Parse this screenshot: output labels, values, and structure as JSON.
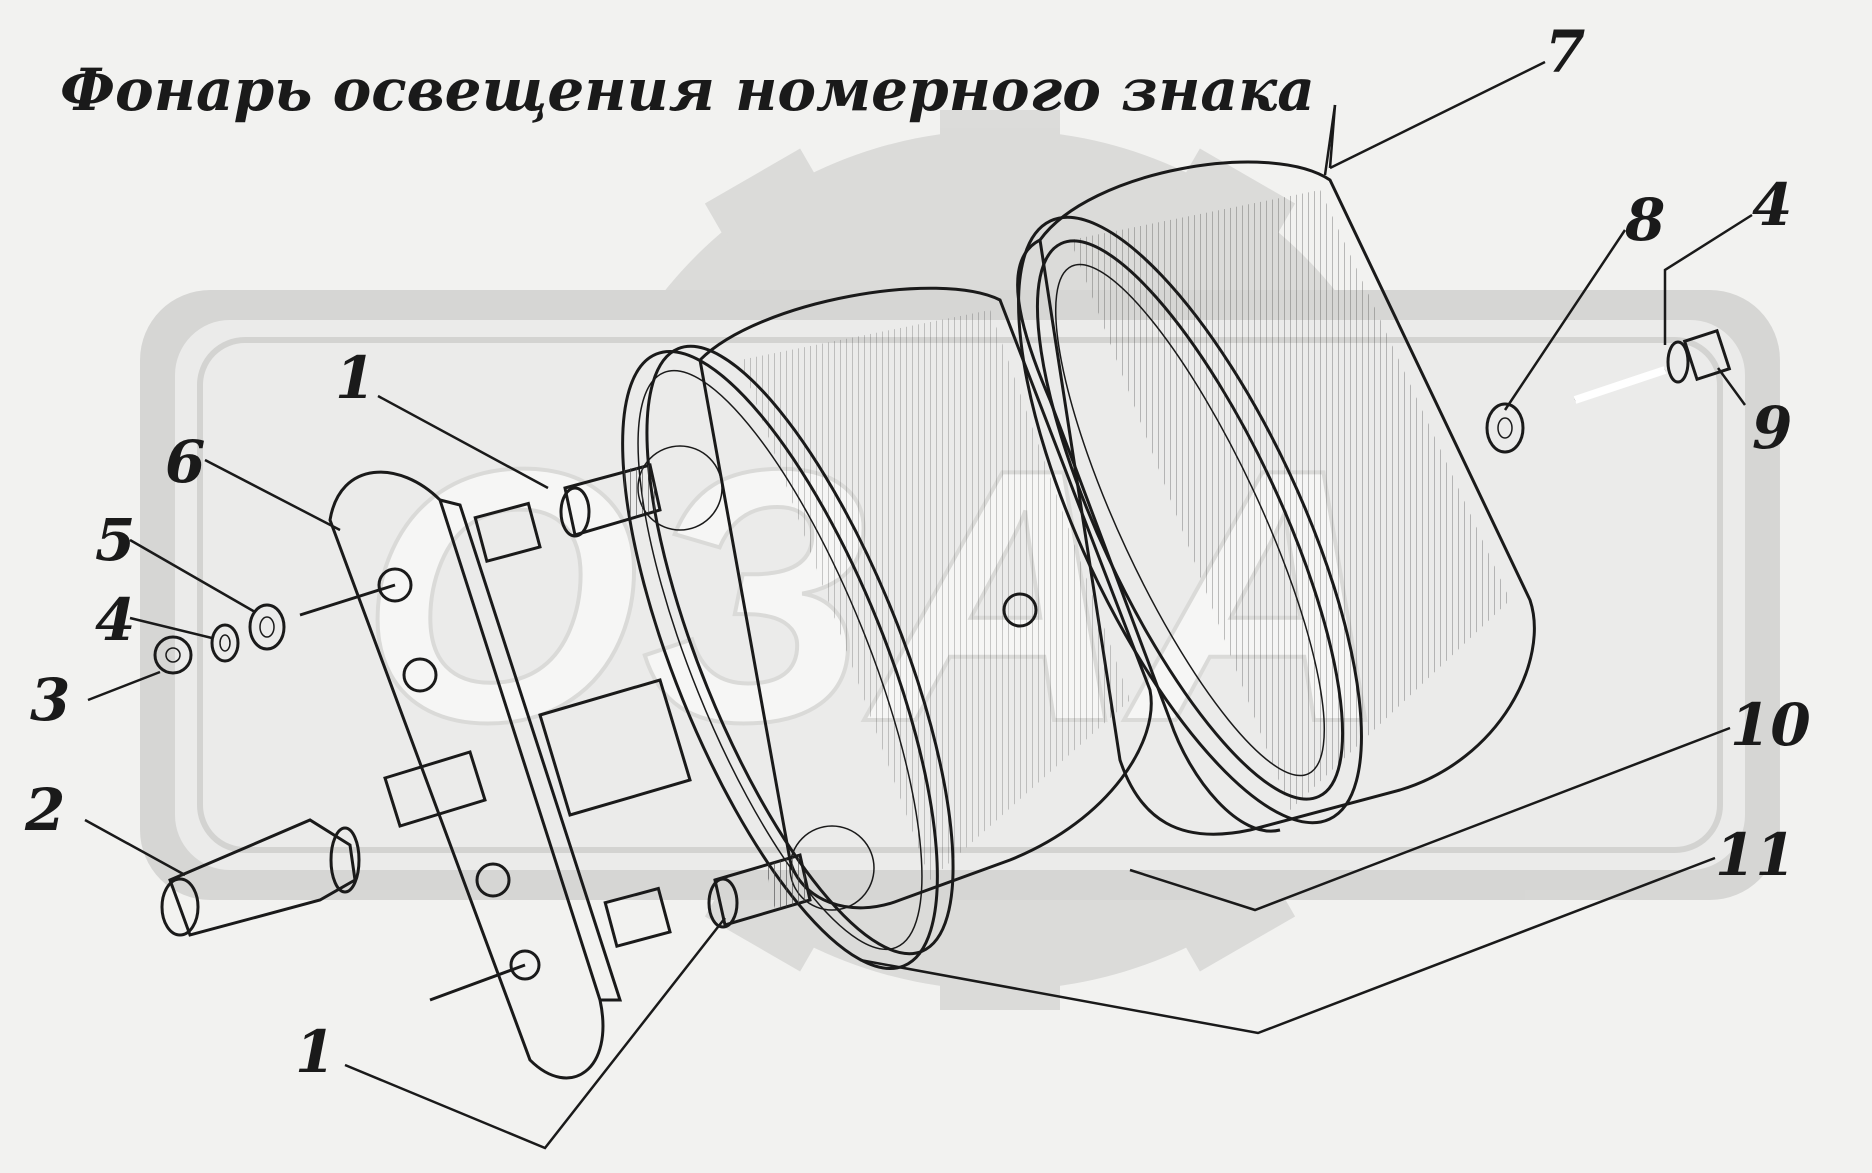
{
  "title": "Фонарь освещения номерного знака",
  "callouts": {
    "c1_top": "1",
    "c1_bottom": "1",
    "c2": "2",
    "c3": "3",
    "c4_left": "4",
    "c4_right": "4",
    "c5": "5",
    "c6": "6",
    "c7": "7",
    "c8": "8",
    "c9": "9",
    "c10": "10",
    "c11": "11"
  },
  "colors": {
    "background": "#f2f2f0",
    "watermark": "#d4d4d2",
    "ink": "#1a1a1a"
  },
  "icons": {
    "watermark": "gear-logo-watermark"
  }
}
